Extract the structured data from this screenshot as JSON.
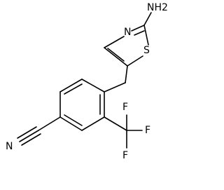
{
  "molecule": {
    "atoms": {
      "n_thiazole": "N",
      "s_thiazole": "S",
      "nh2": "NH2",
      "n_nitrile": "N",
      "f_top": "F",
      "f_right": "F",
      "f_bottom": "F"
    }
  },
  "colors": {
    "bond": "#000000",
    "label": "#000000",
    "background": "#ffffff"
  }
}
